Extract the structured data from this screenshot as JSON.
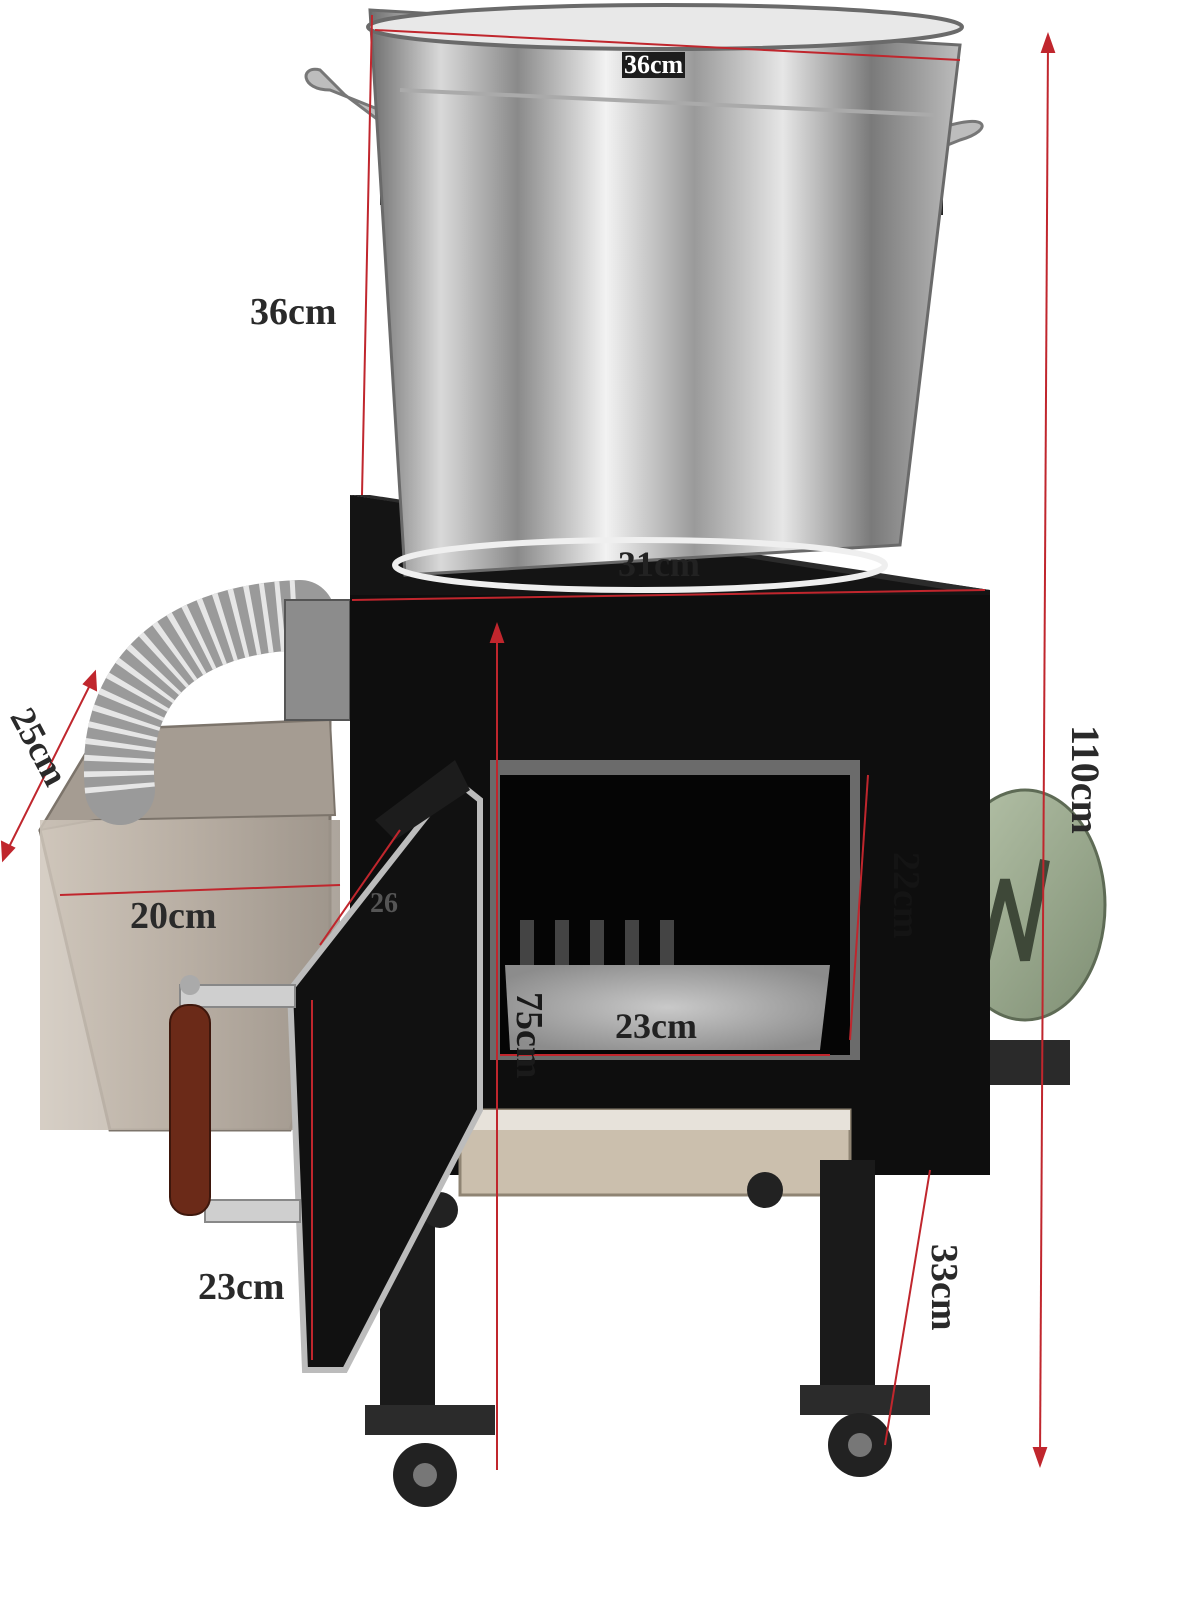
{
  "dimensions": {
    "pot_diameter": "36cm",
    "pot_height": "36cm",
    "pot_base_diameter": "31cm",
    "total_height": "110cm",
    "tank_depth": "25cm",
    "tank_width": "20cm",
    "door_height": "22cm",
    "door_edge": "26",
    "firebox_width": "23cm",
    "stand_height": "75cm",
    "handle_length": "23cm",
    "leg_height": "33cm"
  },
  "colors": {
    "dimension_line": "#c0262d",
    "stove_body": "#141414",
    "steel": "#c9c9c9",
    "blower": "#8f9e84"
  }
}
